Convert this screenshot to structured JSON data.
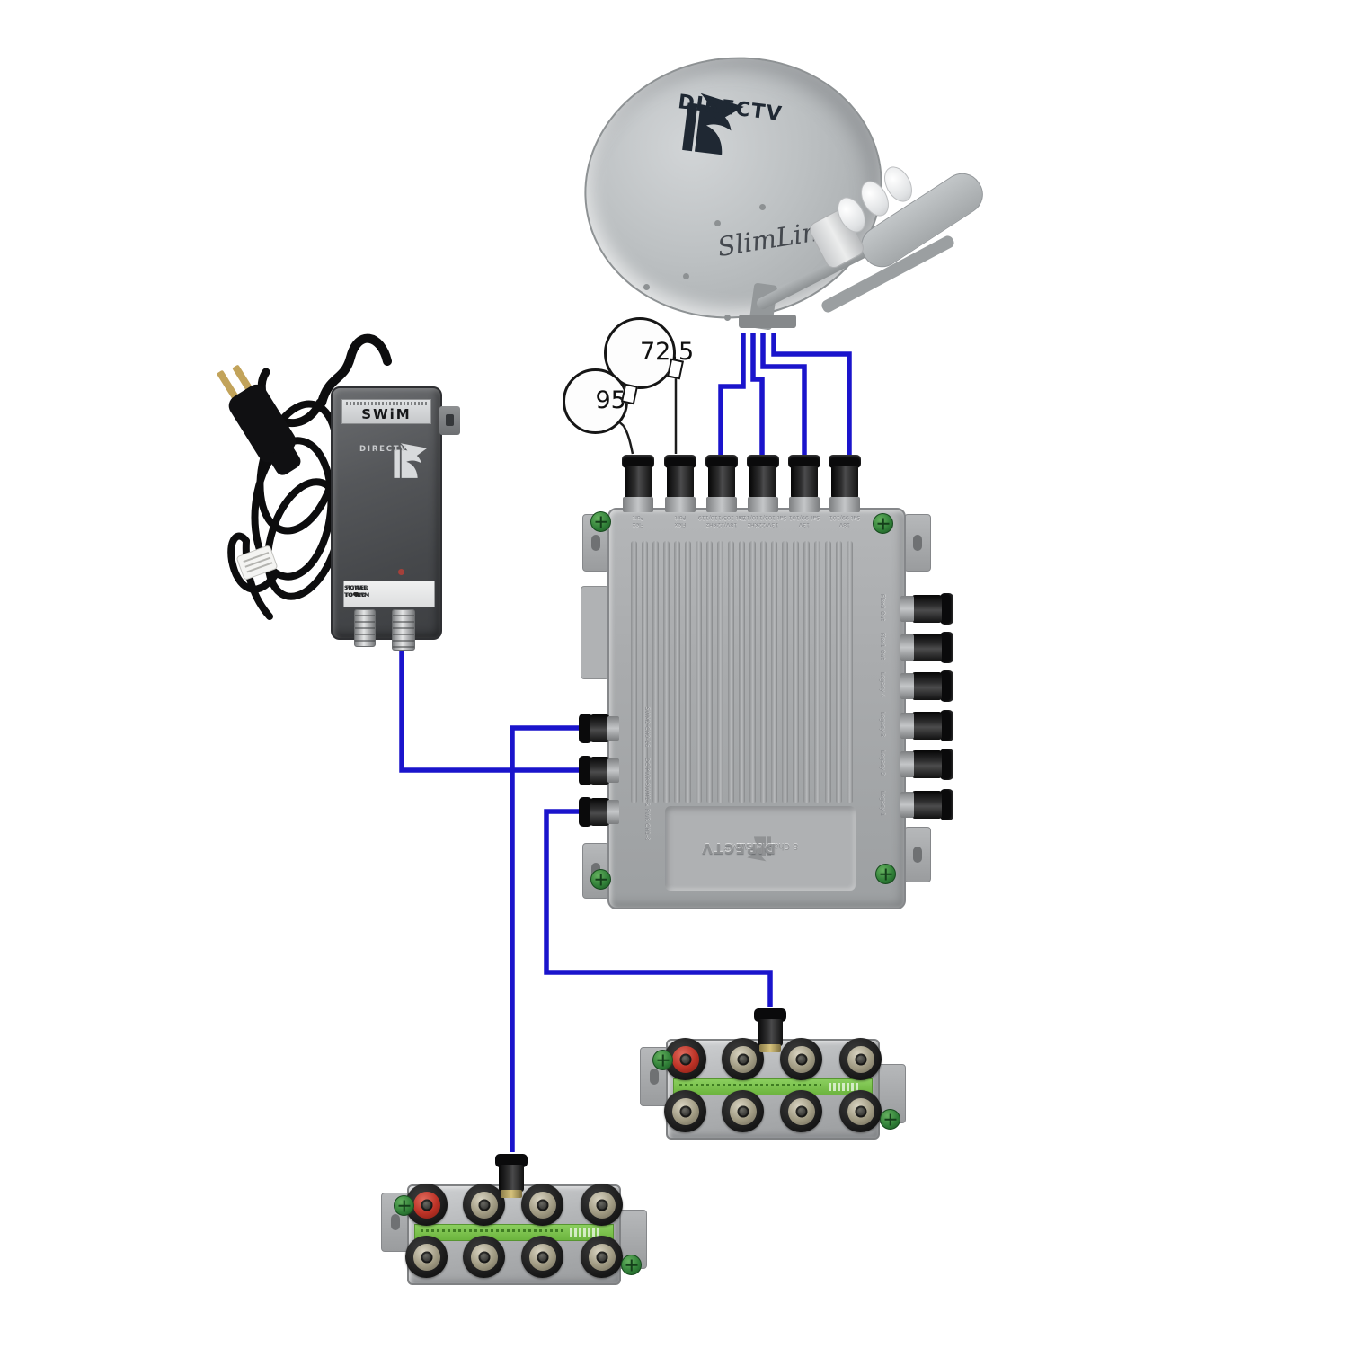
{
  "colors": {
    "wire_blue": "#1a14cc",
    "splitter_label_green": "#6cb43e",
    "screw_green": "#2e7d36",
    "terminator_red": "#bb3125"
  },
  "dish": {
    "brand": "DIRECTV",
    "model": "SlimLine"
  },
  "aux_dishes": [
    {
      "label": "72.5"
    },
    {
      "label": "95"
    }
  ],
  "power_inserter": {
    "top_label": "SWiM",
    "brand": "DIRECTV",
    "signal_label": "SIGNAL\nTO IRD",
    "power_label": "POWER\nTO SWM"
  },
  "multiswitch": {
    "brand": "DIRECTV",
    "model": "8 Channel SWM™",
    "top_ports": [
      "Flex\nPort",
      "Flex\nPort",
      "18V/22KHz\nSat 103/110/119",
      "13V/22KHz\nSat 103/110/119",
      "13V\nSat 99/101",
      "18V\nSat 99/101"
    ],
    "left_ports": [
      "SWM2 CH9-16",
      "DC PWR",
      "SWM1 & PWR CH1-8"
    ],
    "right_ports": [
      "Flex2 Out",
      "Flex1 Out",
      "Legacy 4",
      "Legacy 3",
      "Legacy 2",
      "Legacy 1"
    ]
  }
}
